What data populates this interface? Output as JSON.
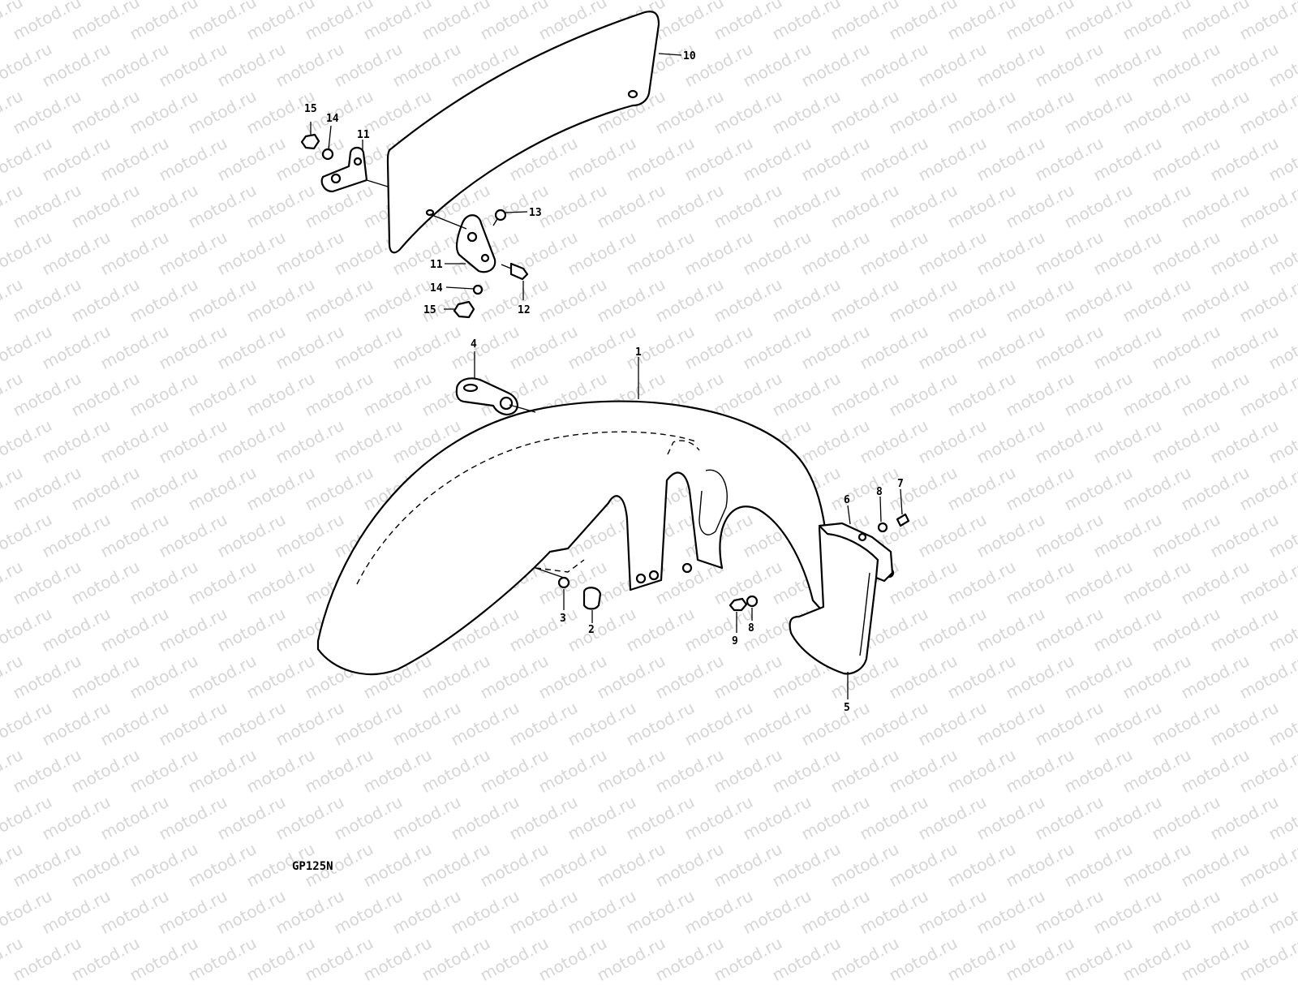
{
  "watermark": "motod.ru",
  "model_code": "GP125N",
  "callouts": [
    {
      "id": "c10",
      "label": "10"
    },
    {
      "id": "c15a",
      "label": "15"
    },
    {
      "id": "c14a",
      "label": "14"
    },
    {
      "id": "c11a",
      "label": "11"
    },
    {
      "id": "c13",
      "label": "13"
    },
    {
      "id": "c11b",
      "label": "11"
    },
    {
      "id": "c12",
      "label": "12"
    },
    {
      "id": "c14b",
      "label": "14"
    },
    {
      "id": "c15b",
      "label": "15"
    },
    {
      "id": "c4",
      "label": "4"
    },
    {
      "id": "c1",
      "label": "1"
    },
    {
      "id": "c6",
      "label": "6"
    },
    {
      "id": "c8a",
      "label": "8"
    },
    {
      "id": "c7",
      "label": "7"
    },
    {
      "id": "c3",
      "label": "3"
    },
    {
      "id": "c2",
      "label": "2"
    },
    {
      "id": "c9",
      "label": "9"
    },
    {
      "id": "c8b",
      "label": "8"
    },
    {
      "id": "c5",
      "label": "5"
    }
  ]
}
